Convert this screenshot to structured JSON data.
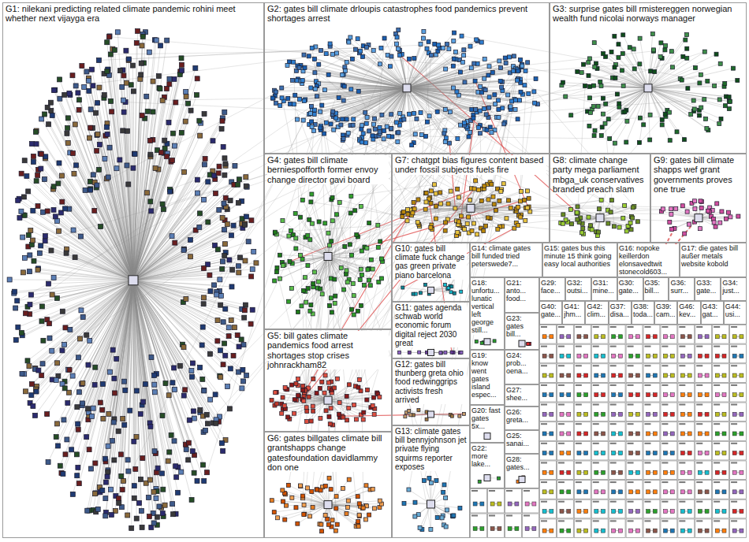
{
  "diagram": {
    "nodes": [
      {
        "text": [
          "G1: nilekani predicting related climate pandemic rohini meet whether next vijayga era"
        ]
      },
      {
        "text": [
          "G2: gates bill climate drloupis catastrophes food pandemics prevent shortages arrest"
        ]
      },
      {
        "text": [
          "G3: surprise gates bill rmistereggen norwegian wealth fund nicolai norways manager"
        ]
      },
      {
        "text": [
          "G4: gates bill climate berniespofforth former envoy change director gavi board"
        ]
      },
      {
        "text": [
          "G7: chatgpt bias figures content based under fossil subjects fuels fire"
        ]
      },
      {
        "text": [
          "G8: climate change party mega parliament mbga_uk conservatives branded preach slam"
        ]
      },
      {
        "text": [
          "G9: gates bill climate shapps wef grant governments proves one true"
        ]
      },
      {
        "text": [
          "G10: gates bill climate fuck change gas green private piano barcelona"
        ]
      },
      {
        "text": [
          "G14: climate gates bill funded tried peterswede7..."
        ]
      },
      {
        "text": [
          "G15: gates bus this minute 15 think going easy local authorities"
        ]
      },
      {
        "text": [
          "G16: nopoke keillerdon elonsavedtwit stonecold603..."
        ]
      },
      {
        "text": [
          "G17: die gates bill außer metals website kobold"
        ]
      },
      {
        "text": [
          "G11: gates agenda schwab world economic forum digital reject 2030 great"
        ]
      },
      {
        "text": [
          "G18: unfortu... lunatic vertical left george still..."
        ]
      },
      {
        "text": [
          "G21: anto... food..."
        ]
      },
      {
        "text": [
          "G29: face..."
        ]
      },
      {
        "text": [
          "G32: outsi..."
        ]
      },
      {
        "text": [
          "G31: mine..."
        ]
      },
      {
        "text": [
          "G30: gate..."
        ]
      },
      {
        "text": [
          "G35: bill..."
        ]
      },
      {
        "text": [
          "G36: surr..."
        ]
      },
      {
        "text": [
          "G33: gate..."
        ]
      },
      {
        "text": [
          "G34: just..."
        ]
      },
      {
        "text": [
          "G40: gate..."
        ]
      },
      {
        "text": [
          "G41: jhm..."
        ]
      },
      {
        "text": [
          "G42: clim..."
        ]
      },
      {
        "text": [
          "G37: disa..."
        ]
      },
      {
        "text": [
          "G38: toda..."
        ]
      },
      {
        "text": [
          "G39: cam..."
        ]
      },
      {
        "text": [
          "G46: kev..."
        ]
      },
      {
        "text": [
          "G43: gat..."
        ]
      },
      {
        "text": [
          "G44: usi..."
        ]
      },
      {
        "text": [
          "G23: gates bill..."
        ]
      },
      {
        "text": [
          "G19: know went gates island espec..."
        ]
      },
      {
        "text": [
          "G24: prob... oena..."
        ]
      },
      {
        "text": [
          "G27: shee..."
        ]
      },
      {
        "text": [
          "G12: gates bill thunberg greta ohio food redwinggrips activists fresh arrived"
        ]
      },
      {
        "text": [
          "G5: bill gates climate pandemics food arrest shortages stop crises johnrackham82"
        ]
      },
      {
        "text": [
          "G20: fast gates 5x..."
        ]
      },
      {
        "text": [
          "G26: greta..."
        ]
      },
      {
        "text": [
          "G25: sanai..."
        ]
      },
      {
        "text": [
          "G22: more lake..."
        ]
      },
      {
        "text": [
          "G28: gates..."
        ]
      },
      {
        "text": [
          "G6: gates billgates climate bill grantshapps change gatesfoundation davidlammy don one"
        ]
      },
      {
        "text": [
          "G13: climate gates bill bennyjohnson jet private flying squirms reporter exposes"
        ]
      }
    ]
  }
}
